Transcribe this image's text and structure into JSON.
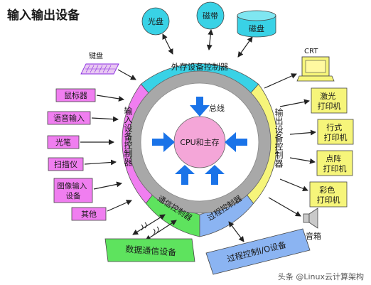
{
  "title": "输入输出设备",
  "ring": {
    "top": "外存设备控制器",
    "left": "输入设备控制器",
    "right": "输出设备控制器",
    "bottom_left": "通信控制器",
    "bottom_right": "过程控制器"
  },
  "bus_label": "总线",
  "core_label": "CPU和主存",
  "top_devices": [
    "光盘",
    "磁带",
    "磁盘"
  ],
  "input_devices": [
    "鼠标器",
    "语音输入",
    "光笔",
    "扫描仪",
    "图像输入设备",
    "其他"
  ],
  "keyboard_label": "键盘",
  "output_devices": [
    "激光打印机",
    "行式打印机",
    "点阵打印机",
    "彩色打印机"
  ],
  "crt_label": "CRT",
  "speaker_label": "音箱",
  "comm_device": "数据通信设备",
  "process_device": "过程控制I/O设备",
  "watermark": "头条 @Linux云计算架构",
  "colors": {
    "cyan": "#39d2e6",
    "magenta": "#f07ef0",
    "yellow": "#f6f57a",
    "green": "#5ee35e",
    "blue": "#8bb4f2",
    "gray": "#a8a8a8",
    "pink": "#f4a6d8",
    "arrow": "#1a73e8"
  }
}
